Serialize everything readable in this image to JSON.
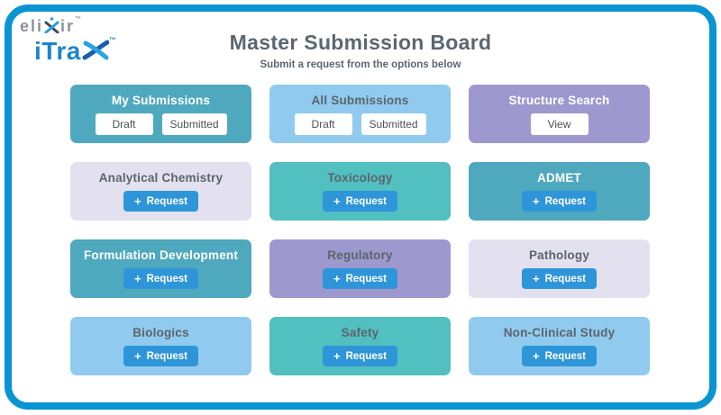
{
  "logo": {
    "elixir_pre": "eli",
    "elixir_post": "ir",
    "elixir_tm": "™",
    "itrax_text": "iTra",
    "itrax_tm": "™"
  },
  "header": {
    "title": "Master Submission Board",
    "subtitle": "Submit a request from the options below"
  },
  "request_button": {
    "plus": "+",
    "label": "Request"
  },
  "colors": {
    "frame_blue": "#0994d2",
    "teal": "#4fa9be",
    "green_teal": "#52bfc0",
    "sky_blue": "#90cbef",
    "purple": "#9d98ce",
    "lavender": "#e3e1f0",
    "request_button_blue": "#2e96d8",
    "dark_title_gray": "#5c646c",
    "header_gray": "#5b6770"
  },
  "cards": [
    {
      "id": "my-submissions",
      "title": "My Submissions",
      "variant": "teal",
      "title_color": "white",
      "buttons": [
        {
          "label": "Draft",
          "style": "white"
        },
        {
          "label": "Submitted",
          "style": "white"
        }
      ]
    },
    {
      "id": "all-submissions",
      "title": "All Submissions",
      "variant": "sky",
      "title_color": "dark",
      "buttons": [
        {
          "label": "Draft",
          "style": "white"
        },
        {
          "label": "Submitted",
          "style": "white"
        }
      ]
    },
    {
      "id": "structure-search",
      "title": "Structure Search",
      "variant": "purple",
      "title_color": "white",
      "buttons": [
        {
          "label": "View",
          "style": "white"
        }
      ]
    },
    {
      "id": "analytical-chemistry",
      "title": "Analytical Chemistry",
      "variant": "lavender",
      "title_color": "dark",
      "buttons": [
        {
          "label": "Request",
          "style": "request"
        }
      ]
    },
    {
      "id": "toxicology",
      "title": "Toxicology",
      "variant": "green",
      "title_color": "dark",
      "buttons": [
        {
          "label": "Request",
          "style": "request"
        }
      ]
    },
    {
      "id": "admet",
      "title": "ADMET",
      "variant": "teal",
      "title_color": "white",
      "buttons": [
        {
          "label": "Request",
          "style": "request"
        }
      ]
    },
    {
      "id": "formulation-development",
      "title": "Formulation Development",
      "variant": "teal",
      "title_color": "white",
      "buttons": [
        {
          "label": "Request",
          "style": "request"
        }
      ]
    },
    {
      "id": "regulatory",
      "title": "Regulatory",
      "variant": "purple",
      "title_color": "dark",
      "buttons": [
        {
          "label": "Request",
          "style": "request"
        }
      ]
    },
    {
      "id": "pathology",
      "title": "Pathology",
      "variant": "lavender",
      "title_color": "dark",
      "buttons": [
        {
          "label": "Request",
          "style": "request"
        }
      ]
    },
    {
      "id": "biologics",
      "title": "Biologics",
      "variant": "sky",
      "title_color": "dark",
      "buttons": [
        {
          "label": "Request",
          "style": "request"
        }
      ]
    },
    {
      "id": "safety",
      "title": "Safety",
      "variant": "green",
      "title_color": "dark",
      "buttons": [
        {
          "label": "Request",
          "style": "request"
        }
      ]
    },
    {
      "id": "non-clinical-study",
      "title": "Non-Clinical Study",
      "variant": "sky",
      "title_color": "dark",
      "buttons": [
        {
          "label": "Request",
          "style": "request"
        }
      ]
    }
  ]
}
